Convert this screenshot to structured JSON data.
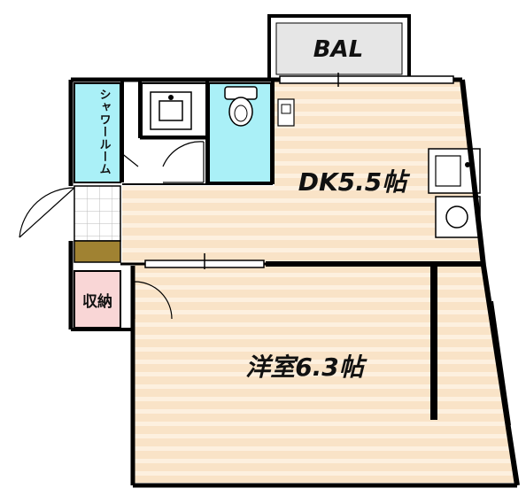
{
  "rooms": {
    "balcony": "BAL",
    "dining_kitchen": "DK5.5帖",
    "western_room": "洋室6.3帖",
    "shower_room": "シャワールーム",
    "storage": "収納"
  },
  "colors": {
    "floor_wood": "#f9e3c7",
    "floor_stripe": "#fdf0df",
    "wet_area": "#aaf0f7",
    "storage": "#f9d6d6",
    "entry_mat": "#a08232",
    "balcony": "#e6e6e6",
    "wall": "#000000"
  },
  "fixtures": [
    "washbasin-icon",
    "toilet-icon",
    "kitchen-sink-icon",
    "stove-icon",
    "fridge-icon"
  ]
}
